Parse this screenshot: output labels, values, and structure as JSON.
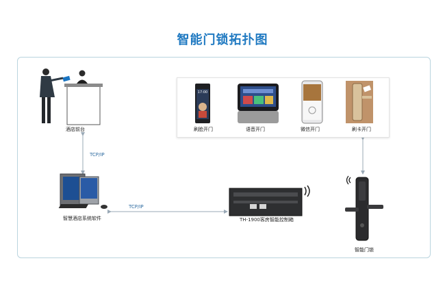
{
  "title": "智能门锁拓扑图",
  "nodes": {
    "front_desk": "酒店前台",
    "hotel_software": "智慧酒店系统软件",
    "controller": "TH-1900客房智能控制箱",
    "smart_lock": "智能门锁"
  },
  "unlock_methods": [
    {
      "label": "刷脸开门",
      "device_time": "17:00"
    },
    {
      "label": "语音开门"
    },
    {
      "label": "微信开门"
    },
    {
      "label": "刷卡开门"
    }
  ],
  "connections": {
    "desk_to_software": "TCP/IP",
    "software_to_controller": "TCP/IP"
  },
  "colors": {
    "title": "#1f79c1",
    "frame": "#b9d4de",
    "connector": "#9aa9b6"
  }
}
